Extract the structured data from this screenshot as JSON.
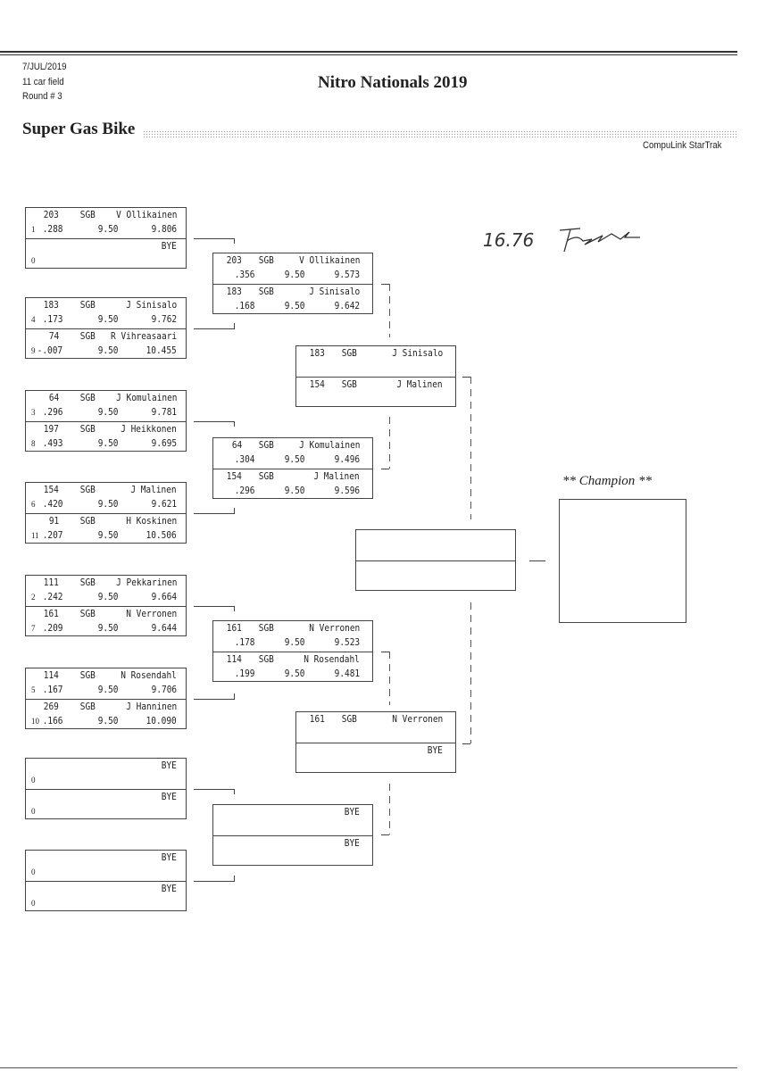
{
  "header": {
    "date": "7/JUL/2019",
    "field": "11 car field",
    "round": "Round # 3",
    "event_title": "Nitro Nationals 2019",
    "category": "Super Gas Bike",
    "brand": "CompuLink StarTrak"
  },
  "handwritten_note": "16.76 (signature)",
  "champion_label": "** Champion **",
  "round1": [
    {
      "top": {
        "car": "203",
        "class": "SGB",
        "name": "V Ollikainen",
        "seed": "1",
        "rt": ".288",
        "dial": "9.50",
        "et": "9.806"
      },
      "bottom": {
        "car": "",
        "class": "",
        "name": "BYE",
        "seed": "0",
        "rt": "",
        "dial": "",
        "et": ""
      }
    },
    {
      "top": {
        "car": "183",
        "class": "SGB",
        "name": "J Sinisalo",
        "seed": "4",
        "rt": ".173",
        "dial": "9.50",
        "et": "9.762"
      },
      "bottom": {
        "car": "74",
        "class": "SGB",
        "name": "R Vihreasaari",
        "seed": "9",
        "rt": "-.007",
        "dial": "9.50",
        "et": "10.455"
      }
    },
    {
      "top": {
        "car": "64",
        "class": "SGB",
        "name": "J Komulainen",
        "seed": "3",
        "rt": ".296",
        "dial": "9.50",
        "et": "9.781"
      },
      "bottom": {
        "car": "197",
        "class": "SGB",
        "name": "J Heikkonen",
        "seed": "8",
        "rt": ".493",
        "dial": "9.50",
        "et": "9.695"
      }
    },
    {
      "top": {
        "car": "154",
        "class": "SGB",
        "name": "J Malinen",
        "seed": "6",
        "rt": ".420",
        "dial": "9.50",
        "et": "9.621"
      },
      "bottom": {
        "car": "91",
        "class": "SGB",
        "name": "H Koskinen",
        "seed": "11",
        "rt": ".207",
        "dial": "9.50",
        "et": "10.506"
      }
    },
    {
      "top": {
        "car": "111",
        "class": "SGB",
        "name": "J Pekkarinen",
        "seed": "2",
        "rt": ".242",
        "dial": "9.50",
        "et": "9.664"
      },
      "bottom": {
        "car": "161",
        "class": "SGB",
        "name": "N Verronen",
        "seed": "7",
        "rt": ".209",
        "dial": "9.50",
        "et": "9.644"
      }
    },
    {
      "top": {
        "car": "114",
        "class": "SGB",
        "name": "N Rosendahl",
        "seed": "5",
        "rt": ".167",
        "dial": "9.50",
        "et": "9.706"
      },
      "bottom": {
        "car": "269",
        "class": "SGB",
        "name": "J Hanninen",
        "seed": "10",
        "rt": ".166",
        "dial": "9.50",
        "et": "10.090"
      }
    },
    {
      "top": {
        "car": "",
        "class": "",
        "name": "BYE",
        "seed": "0",
        "rt": "",
        "dial": "",
        "et": ""
      },
      "bottom": {
        "car": "",
        "class": "",
        "name": "BYE",
        "seed": "0",
        "rt": "",
        "dial": "",
        "et": ""
      }
    },
    {
      "top": {
        "car": "",
        "class": "",
        "name": "BYE",
        "seed": "0",
        "rt": "",
        "dial": "",
        "et": ""
      },
      "bottom": {
        "car": "",
        "class": "",
        "name": "BYE",
        "seed": "0",
        "rt": "",
        "dial": "",
        "et": ""
      }
    }
  ],
  "round2": [
    {
      "top": {
        "car": "203",
        "class": "SGB",
        "name": "V Ollikainen",
        "rt": ".356",
        "dial": "9.50",
        "et": "9.573"
      },
      "bottom": {
        "car": "183",
        "class": "SGB",
        "name": "J Sinisalo",
        "rt": ".168",
        "dial": "9.50",
        "et": "9.642"
      }
    },
    {
      "top": {
        "car": "64",
        "class": "SGB",
        "name": "J Komulainen",
        "rt": ".304",
        "dial": "9.50",
        "et": "9.496"
      },
      "bottom": {
        "car": "154",
        "class": "SGB",
        "name": "J Malinen",
        "rt": ".296",
        "dial": "9.50",
        "et": "9.596"
      }
    },
    {
      "top": {
        "car": "161",
        "class": "SGB",
        "name": "N Verronen",
        "rt": ".178",
        "dial": "9.50",
        "et": "9.523"
      },
      "bottom": {
        "car": "114",
        "class": "SGB",
        "name": "N Rosendahl",
        "rt": ".199",
        "dial": "9.50",
        "et": "9.481"
      }
    },
    {
      "top": {
        "car": "",
        "class": "",
        "name": "BYE",
        "rt": "",
        "dial": "",
        "et": ""
      },
      "bottom": {
        "car": "",
        "class": "",
        "name": "BYE",
        "rt": "",
        "dial": "",
        "et": ""
      }
    }
  ],
  "round3": [
    {
      "top": {
        "car": "183",
        "class": "SGB",
        "name": "J Sinisalo"
      },
      "bottom": {
        "car": "154",
        "class": "SGB",
        "name": "J Malinen"
      }
    },
    {
      "top": {
        "car": "161",
        "class": "SGB",
        "name": "N Verronen"
      },
      "bottom": {
        "car": "",
        "class": "",
        "name": "BYE"
      }
    }
  ],
  "final": {
    "top": {
      "car": "",
      "class": "",
      "name": ""
    },
    "bottom": {
      "car": "",
      "class": "",
      "name": ""
    }
  },
  "champion": {
    "name": ""
  }
}
